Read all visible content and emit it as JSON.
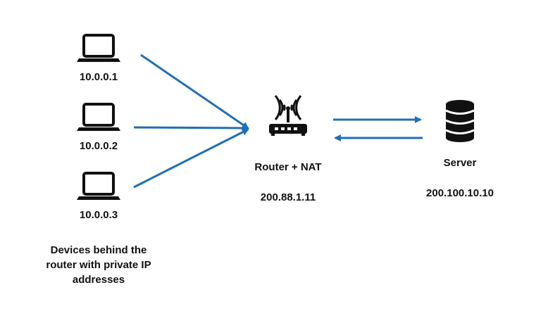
{
  "devices": [
    {
      "ip": "10.0.0.1"
    },
    {
      "ip": "10.0.0.2"
    },
    {
      "ip": "10.0.0.3"
    }
  ],
  "devices_caption": {
    "line1": "Devices behind the",
    "line2": "router with private IP",
    "line3": "addresses"
  },
  "router": {
    "label": "Router + NAT",
    "ip": "200.88.1.11",
    "icon": "wifi-router-icon"
  },
  "server": {
    "label": "Server",
    "ip": "200.100.10.10",
    "icon": "database-server-icon"
  },
  "device_icon": "laptop-icon",
  "colors": {
    "arrow": "#1f6fb8",
    "icon": "#111111",
    "background": "#ffffff"
  }
}
